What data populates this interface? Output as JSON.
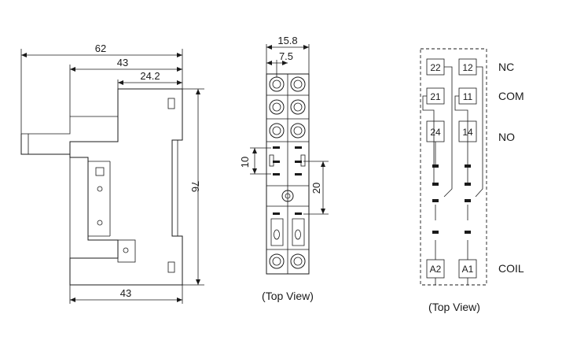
{
  "side_view": {
    "dims": {
      "overall_width": "62",
      "mid_width": "43",
      "top_width": "24.2",
      "height": "76",
      "bottom_width": "43"
    }
  },
  "top_view": {
    "dims": {
      "width": "15.8",
      "half_width": "7.5",
      "pitch_small": "10",
      "pitch_large": "20"
    },
    "caption": "(Top View)"
  },
  "schematic": {
    "terminals": [
      "22",
      "12",
      "21",
      "11",
      "24",
      "14",
      "A2",
      "A1"
    ],
    "labels": {
      "nc": "NC",
      "com": "COM",
      "no": "NO",
      "coil": "COIL"
    },
    "caption": "(Top View)"
  }
}
